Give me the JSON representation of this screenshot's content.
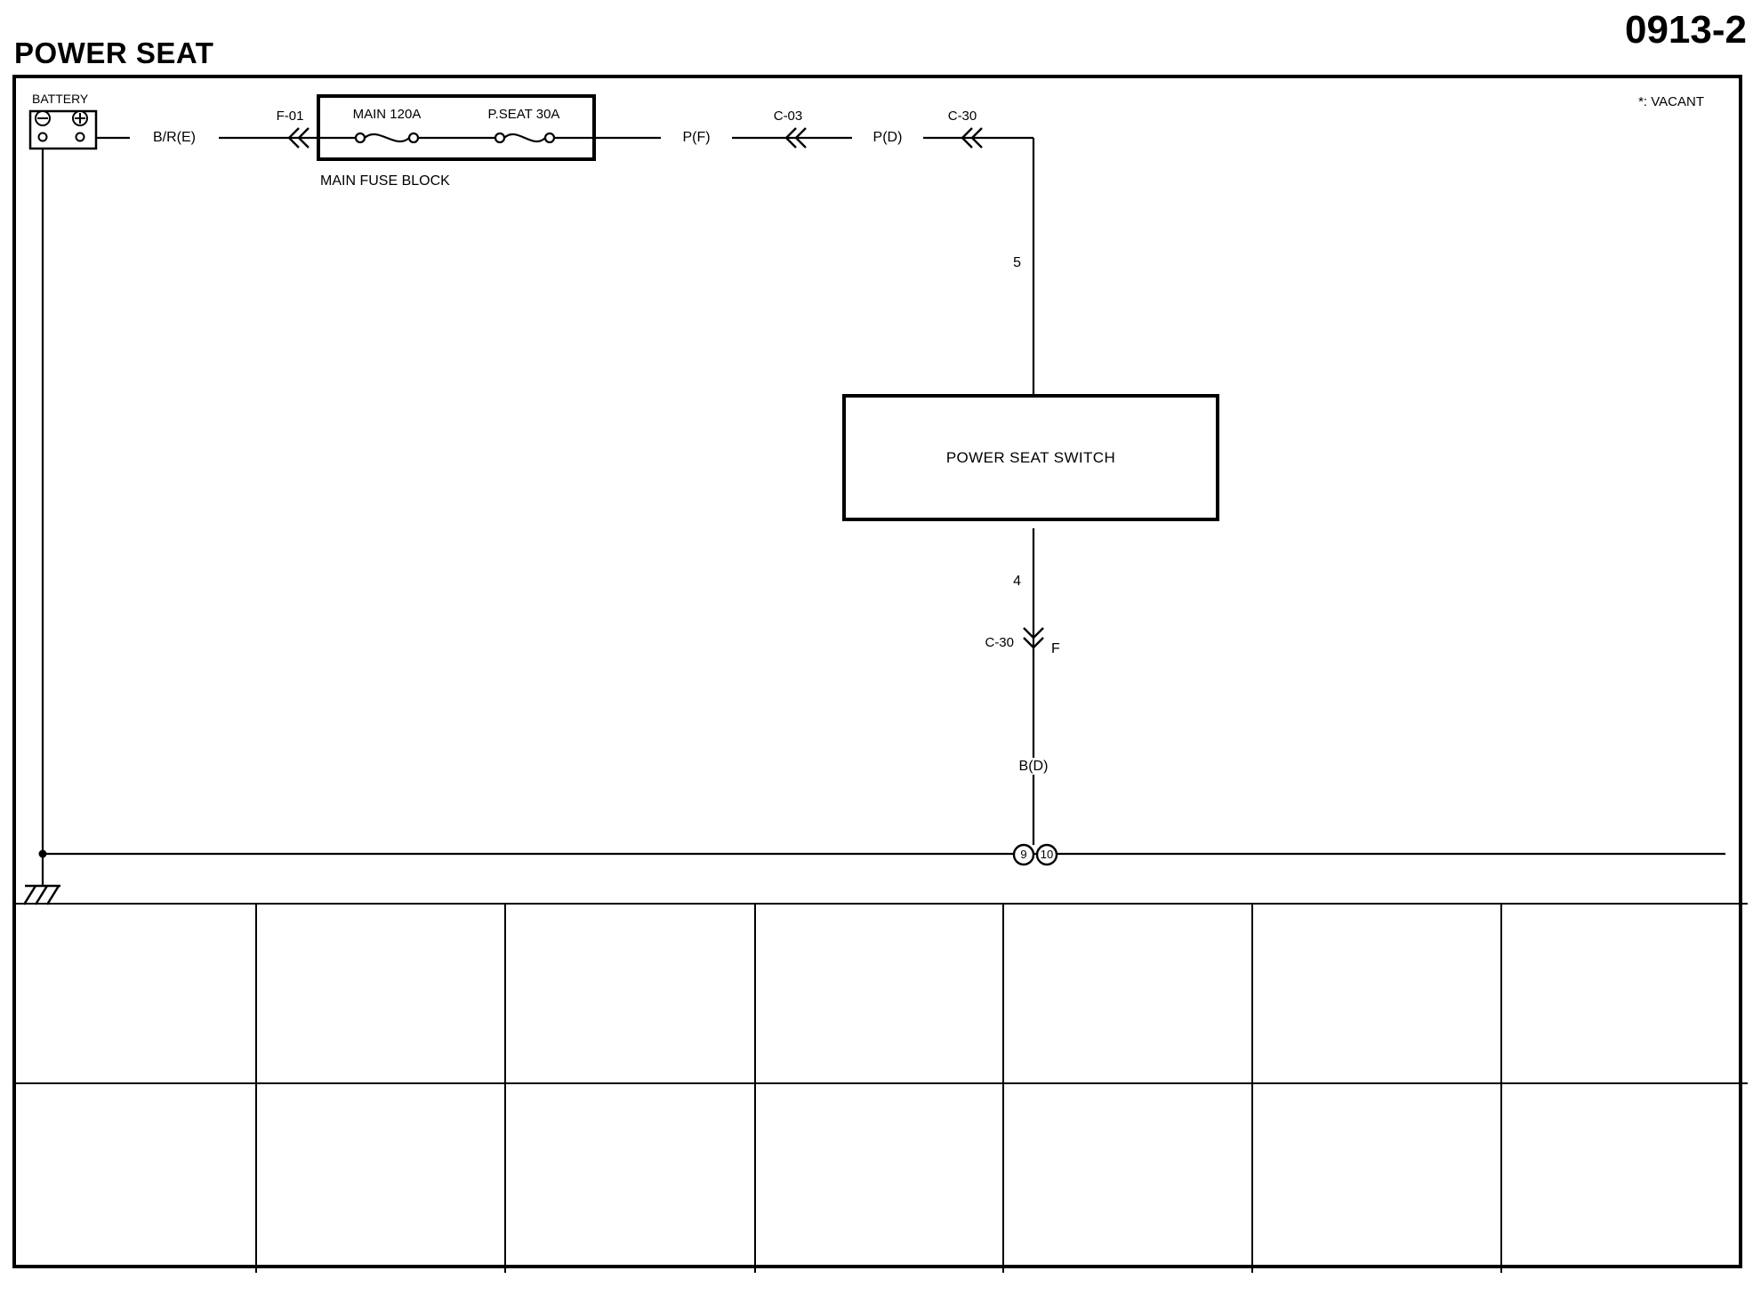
{
  "style": {
    "ink": "#000000",
    "paper": "#ffffff"
  },
  "header": {
    "title": "POWER SEAT",
    "page_number": "0913-2"
  },
  "frame": {
    "vacant_note": "*: VACANT"
  },
  "battery": {
    "label": "BATTERY"
  },
  "main_circuit": {
    "wire_bre": "B/R(E)",
    "connector_f01": "F-01",
    "wire_pf": "P(F)",
    "connector_c03": "C-03",
    "wire_pd": "P(D)",
    "connector_c30": "C-30"
  },
  "fuse_block": {
    "label": "MAIN FUSE BLOCK",
    "fuses": [
      {
        "name": "MAIN 120A"
      },
      {
        "name": "P.SEAT 30A"
      }
    ]
  },
  "switch_branch": {
    "pin_in": "5",
    "switch_label": "POWER SEAT SWITCH",
    "pin_out": "4",
    "connector_c30": "C-30",
    "connector_pin": "F",
    "wire_bd": "B(D)",
    "joint_left": "9",
    "joint_right": "10"
  }
}
